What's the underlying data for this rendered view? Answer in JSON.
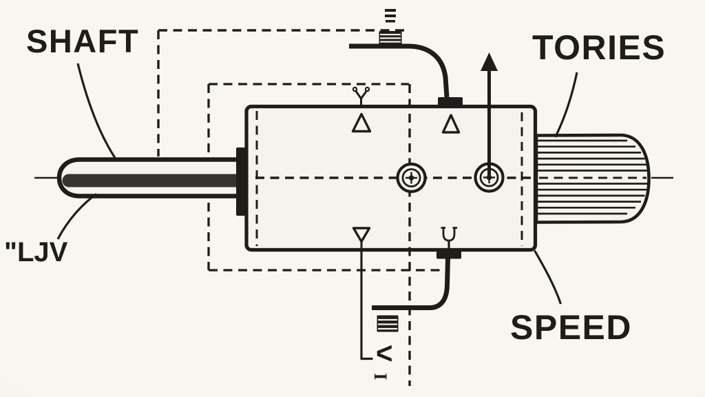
{
  "labels": {
    "shaft": "SHAFT",
    "tories": "TORIES",
    "speed": "SPEED",
    "ljv": "ʺLJV",
    "angle_glyph": "<",
    "i_glyph": "I"
  },
  "colors": {
    "paper": "#f6f3ee",
    "ink": "#1e1d1a"
  }
}
